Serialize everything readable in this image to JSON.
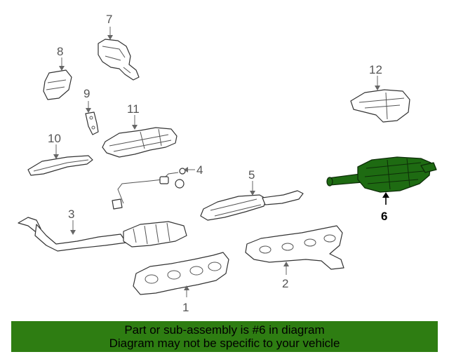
{
  "diagram": {
    "highlight_color": "#1e6b12",
    "selected_part": "6",
    "callouts": [
      "1",
      "2",
      "3",
      "4",
      "5",
      "6",
      "7",
      "8",
      "9",
      "10",
      "11",
      "12"
    ]
  },
  "banner": {
    "background": "#2e7d12",
    "line1": "Part or sub-assembly is #6 in diagram",
    "line2": "Diagram may not be specific to your vehicle"
  }
}
